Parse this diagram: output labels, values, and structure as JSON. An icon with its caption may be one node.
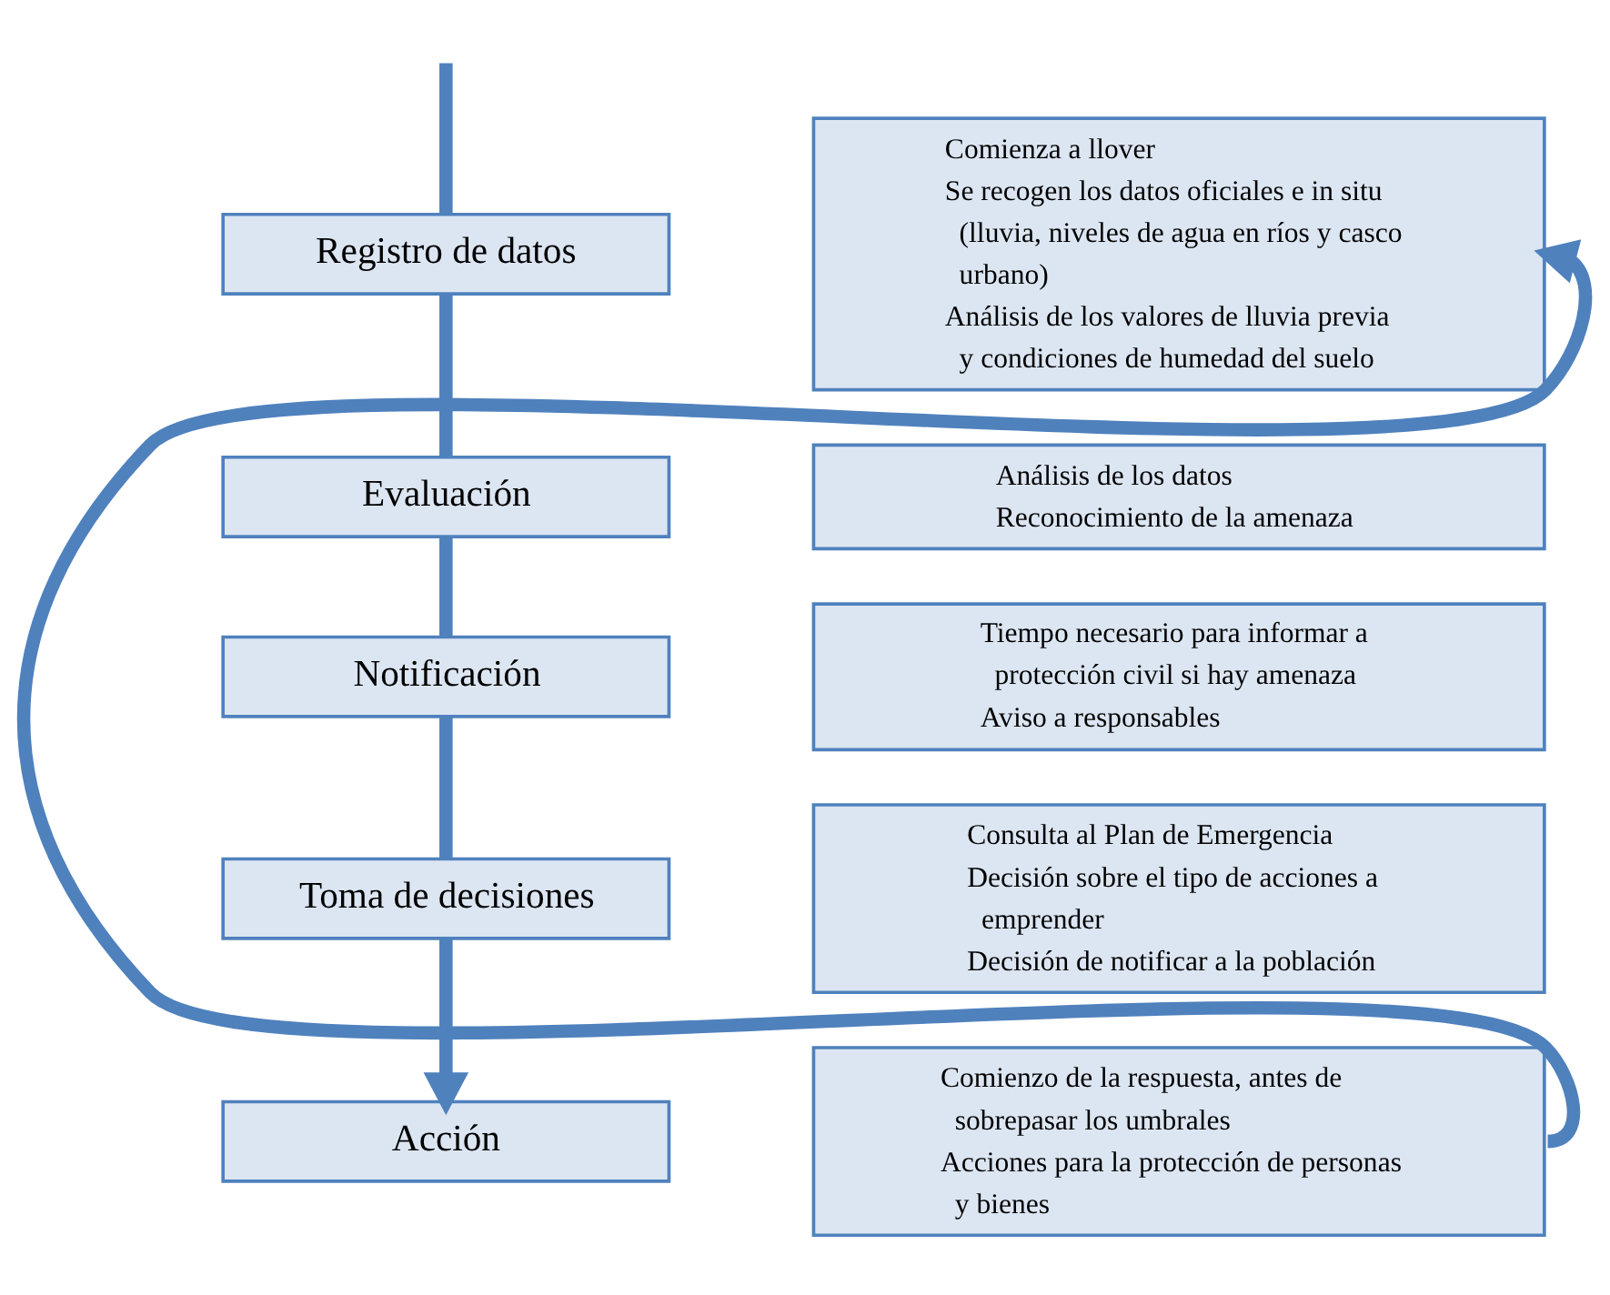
{
  "diagram": {
    "nodes": [
      {
        "text": [
          "Registro de datos"
        ]
      },
      {
        "text": [
          "Evaluación"
        ]
      },
      {
        "text": [
          "Notificación"
        ]
      },
      {
        "text": [
          "Toma de decisiones"
        ]
      },
      {
        "text": [
          "Acción"
        ]
      },
      {
        "text": [
          "Comienza a llover",
          "Se recogen los datos oficiales e in situ (lluvia, niveles de agua en ríos y casco urbano)",
          "Análisis de los valores de lluvia previa y condiciones de humedad del suelo"
        ]
      },
      {
        "text": [
          "Análisis de los datos",
          "Reconocimiento de la amenaza"
        ]
      },
      {
        "text": [
          "Tiempo necesario para informar a protección civil si hay amenaza",
          "Aviso a responsables"
        ]
      },
      {
        "text": [
          "Consulta al Plan de Emergencia",
          "Decisión sobre el tipo de acciones a emprender",
          "Decisión de notificar a la población"
        ]
      },
      {
        "text": [
          "Comienzo de la respuesta, antes de sobrepasar los umbrales",
          "Acciones para la protección de personas y bienes"
        ]
      }
    ],
    "edges": [
      {
        "from": 0,
        "to": 1,
        "arrow": "none"
      },
      {
        "from": 1,
        "to": 2,
        "arrow": "none"
      },
      {
        "from": 2,
        "to": 3,
        "arrow": "none"
      },
      {
        "from": 3,
        "to": 4,
        "arrow": "to"
      },
      {
        "from": 9,
        "to": 5,
        "arrow": "to"
      }
    ]
  }
}
